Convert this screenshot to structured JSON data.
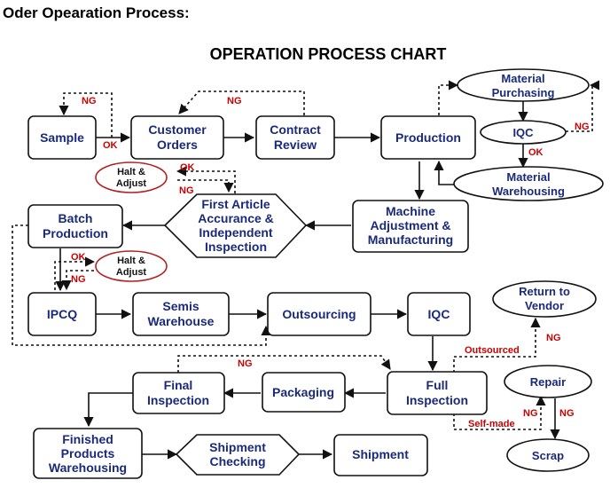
{
  "page_heading": "Oder Opearation Process:",
  "chart_title": "OPERATION PROCESS  CHART",
  "colors": {
    "node_text": "#1a2a7a",
    "label_red": "#cc0000",
    "halt_border": "#b22222",
    "line": "#111111"
  },
  "nodes": {
    "sample": "Sample",
    "customer_orders": [
      "Customer",
      "Orders"
    ],
    "contract_review": [
      "Contract",
      "Review"
    ],
    "production": "Production",
    "material_purchasing": [
      "Material",
      "Purchasing"
    ],
    "iqc_top": "IQC",
    "material_warehousing": [
      "Material",
      "Warehousing"
    ],
    "machine_adjustment": [
      "Machine",
      "Adjustment &",
      "Manufacturing"
    ],
    "first_article": [
      "First Article",
      "Accurance &",
      "Independent",
      "Inspection"
    ],
    "batch_production": [
      "Batch",
      "Production"
    ],
    "halt_adjust_1": [
      "Halt &",
      "Adjust"
    ],
    "halt_adjust_2": [
      "Halt &",
      "Adjust"
    ],
    "ipcq": "IPCQ",
    "semis_warehouse": [
      "Semis",
      "Warehouse"
    ],
    "outsourcing": "Outsourcing",
    "iqc_mid": "IQC",
    "return_to_vendor": [
      "Return to",
      "Vendor"
    ],
    "full_inspection": [
      "Full",
      "Inspection"
    ],
    "packaging": "Packaging",
    "final_inspection": [
      "Final",
      "Inspection"
    ],
    "repair": "Repair",
    "scrap": "Scrap",
    "finished_products": [
      "Finished",
      "Products",
      "Warehousing"
    ],
    "shipment_checking": [
      "Shipment",
      "Checking"
    ],
    "shipment": "Shipment"
  },
  "edge_labels": {
    "sample_ng": "NG",
    "sample_ok": "OK",
    "contract_ng": "NG",
    "iqc_ng": "NG",
    "iqc_ok": "OK",
    "first_article_ok": "OK",
    "first_article_ng": "NG",
    "ipcq_ok": "OK",
    "ipcq_ng": "NG",
    "final_ng": "NG",
    "outsourced": "Outsourced",
    "return_ng": "NG",
    "self_made": "Self-made",
    "repair_ng_1": "NG",
    "repair_ng_2": "NG"
  }
}
